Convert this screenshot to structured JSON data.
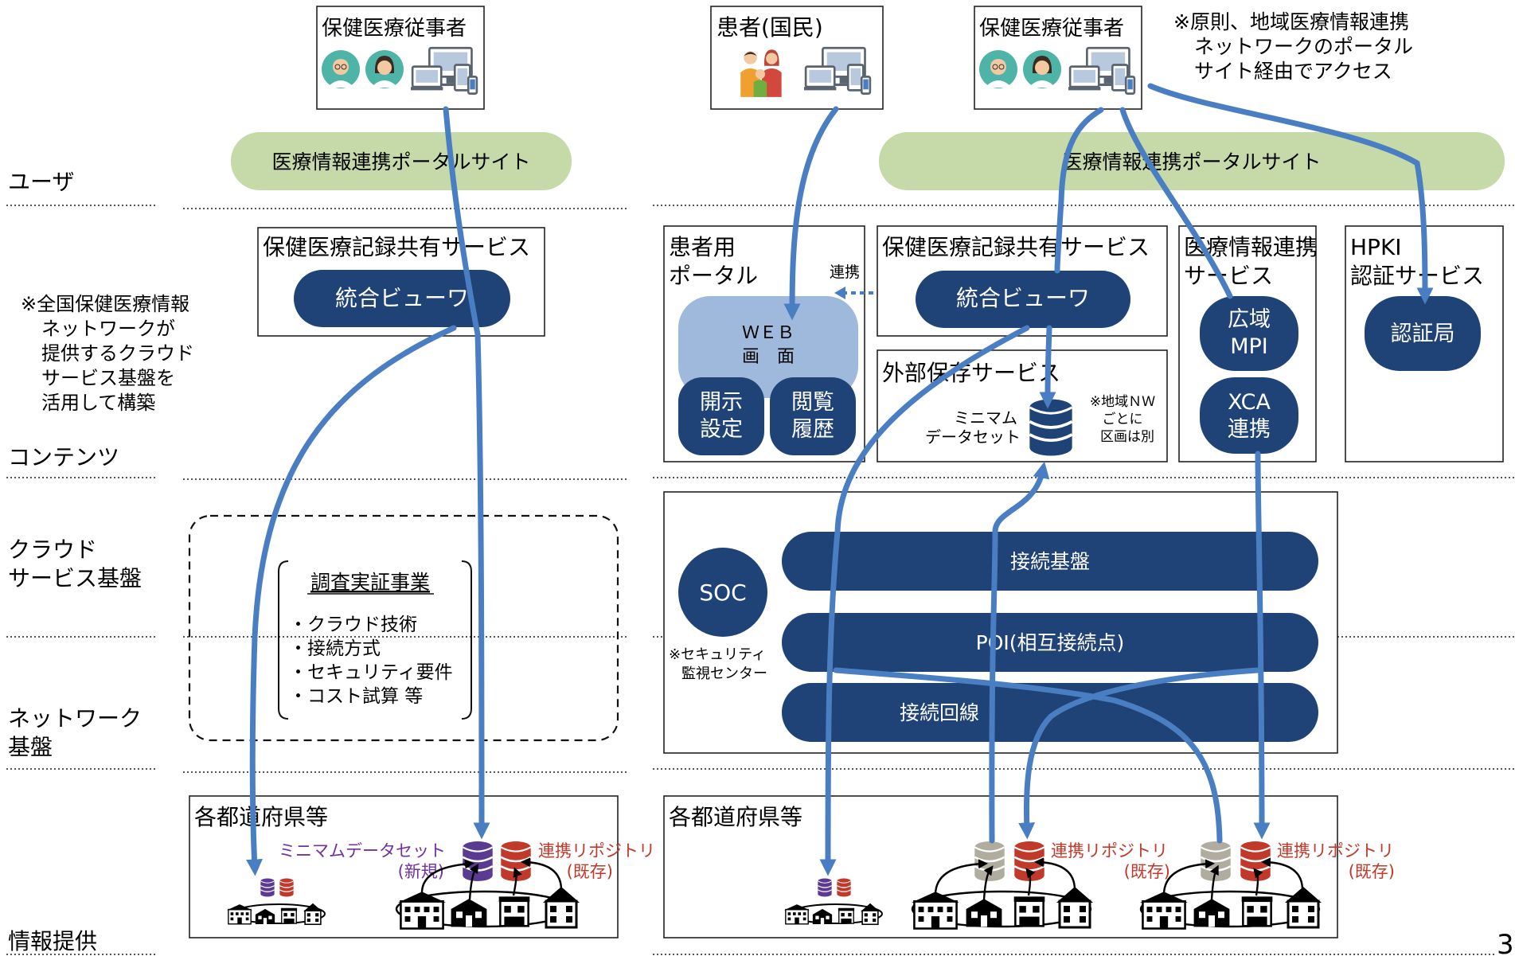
{
  "layers": {
    "user": "ユーザ",
    "contents": "コンテンツ",
    "cloud": [
      "クラウド",
      "サービス基盤"
    ],
    "network": [
      "ネットワーク",
      "基盤"
    ],
    "info": "情報提供"
  },
  "side_note": [
    "※全国保健医療情報",
    "ネットワークが",
    "提供するクラウド",
    "サービス基盤を",
    "活用して構築"
  ],
  "left": {
    "practitioner": "保健医療従事者",
    "portal": "医療情報連携ポータルサイト",
    "record_service": "保健医療記録共有サービス",
    "viewer": "統合ビューワ",
    "survey": {
      "title": "調査実証事業",
      "items": [
        "・クラウド技術",
        "・接続方式",
        "・セキュリティ要件",
        "・コスト試算 等"
      ]
    },
    "prefecture": "各都道府県等",
    "minimum_dataset": "ミニマムデータセット",
    "new_tag": "(新規)",
    "repository": "連携リポジトリ",
    "existing_tag": "(既存)"
  },
  "right": {
    "patient": "患者(国民)",
    "practitioner": "保健医療従事者",
    "note": [
      "※原則、地域医療情報連携",
      "ネットワークのポータル",
      "サイト経由でアクセス"
    ],
    "portal": "医療情報連携ポータルサイト",
    "patient_portal": [
      "患者用",
      "ポータル"
    ],
    "web_screen": [
      "ＷＥＢ",
      "画　面"
    ],
    "disclosure": [
      "開示",
      "設定"
    ],
    "history": [
      "閲覧",
      "履歴"
    ],
    "link_label": "連携",
    "record_service": "保健医療記録共有サービス",
    "viewer": "統合ビューワ",
    "external_storage": "外部保存サービス",
    "minimum_dataset": [
      "ミニマム",
      "データセット"
    ],
    "regional_note": [
      "※地域ＮＷ",
      "ごとに",
      "区画は別"
    ],
    "medical_link_service": [
      "医療情報連携",
      "サービス"
    ],
    "wide_mpi": [
      "広域",
      "MPI"
    ],
    "xca": [
      "XCA",
      "連携"
    ],
    "hpki": [
      "HPKI",
      "認証サービス"
    ],
    "cert_authority": "認証局",
    "soc": "SOC",
    "soc_note": [
      "※セキュリティ",
      "監視センター"
    ],
    "connection_platform": "接続基盤",
    "poi": "POI(相互接続点)",
    "connection_line": "接続回線",
    "prefecture": "各都道府県等",
    "repository": "連携リポジトリ",
    "existing_tag": "(既存)"
  },
  "page_number": "3",
  "colors": {
    "navy": "#1f4277",
    "portal_green": "#c6d9a8",
    "flow_blue": "#4a7ec2",
    "web_light_blue": "#9eb9dc",
    "minimum_purple": "#7030a0",
    "repository_red": "#c0392b"
  }
}
